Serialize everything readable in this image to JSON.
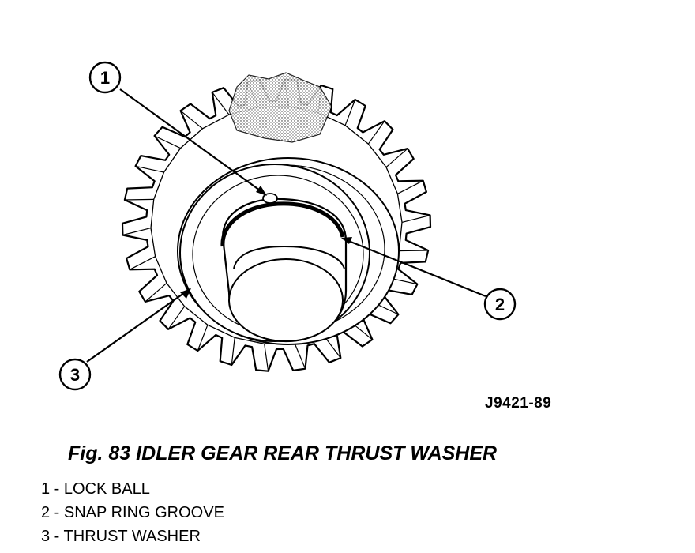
{
  "figure": {
    "reference_code": "J9421-89",
    "callouts": [
      {
        "number": "1"
      },
      {
        "number": "2"
      },
      {
        "number": "3"
      }
    ]
  },
  "caption": "Fig. 83 IDLER GEAR REAR THRUST WASHER",
  "legend": [
    {
      "number": "1",
      "separator": " - ",
      "label": "LOCK BALL"
    },
    {
      "number": "2",
      "separator": " - ",
      "label": "SNAP RING GROOVE"
    },
    {
      "number": "3",
      "separator": " - ",
      "label": "THRUST WASHER"
    }
  ]
}
